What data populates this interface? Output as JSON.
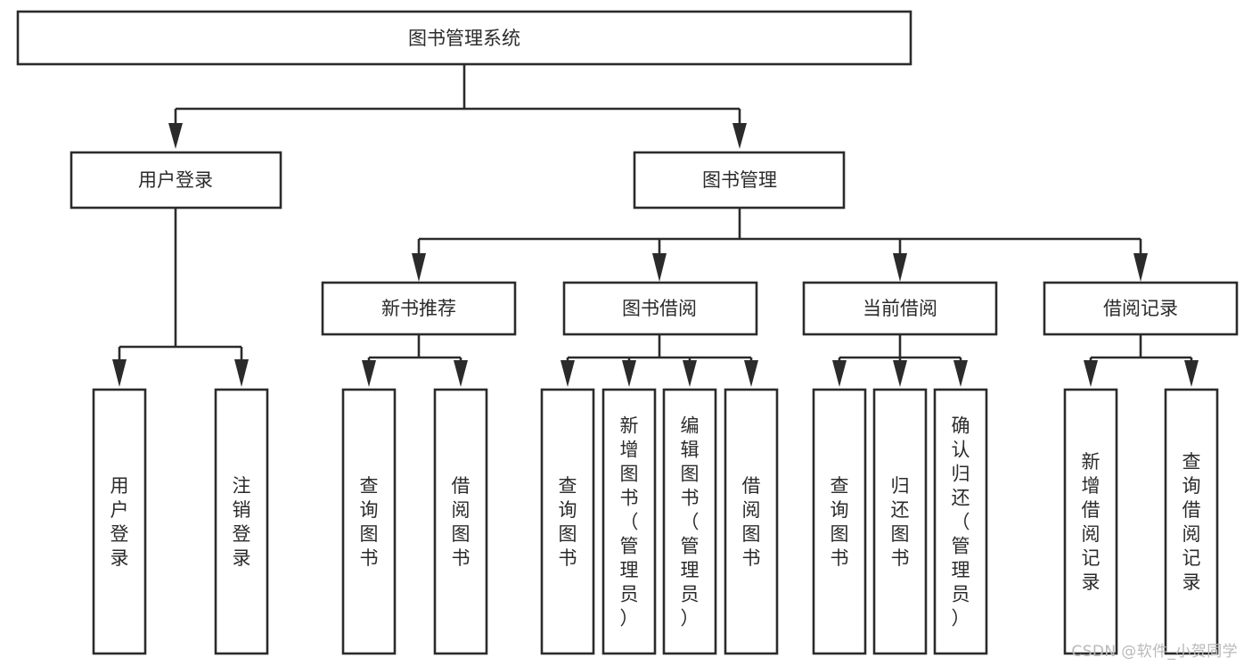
{
  "diagram": {
    "type": "tree",
    "title": "图书管理系统",
    "watermark": "CSDN @软件_小贺同学",
    "colors": {
      "box_stroke": "#2b2b2b",
      "box_fill": "#ffffff",
      "text": "#2b2b2b",
      "background": "#ffffff",
      "watermark": "#b9b9b9"
    },
    "root": {
      "label": "图书管理系统"
    },
    "level2": [
      {
        "label": "用户登录"
      },
      {
        "label": "图书管理"
      }
    ],
    "level3": [
      {
        "label": "新书推荐"
      },
      {
        "label": "图书借阅"
      },
      {
        "label": "当前借阅"
      },
      {
        "label": "借阅记录"
      }
    ],
    "leaves": {
      "user_login": [
        {
          "label": "用户登录"
        },
        {
          "label": "注销登录"
        }
      ],
      "new_book_recommend": [
        {
          "label": "查询图书"
        },
        {
          "label": "借阅图书"
        }
      ],
      "book_borrow": [
        {
          "label": "查询图书"
        },
        {
          "label": "新增图书（管理员）"
        },
        {
          "label": "编辑图书（管理员）"
        },
        {
          "label": "借阅图书"
        }
      ],
      "current_borrow": [
        {
          "label": "查询图书"
        },
        {
          "label": "归还图书"
        },
        {
          "label": "确认归还（管理员）"
        }
      ],
      "borrow_record": [
        {
          "label": "新增借阅记录"
        },
        {
          "label": "查询借阅记录"
        }
      ]
    }
  }
}
